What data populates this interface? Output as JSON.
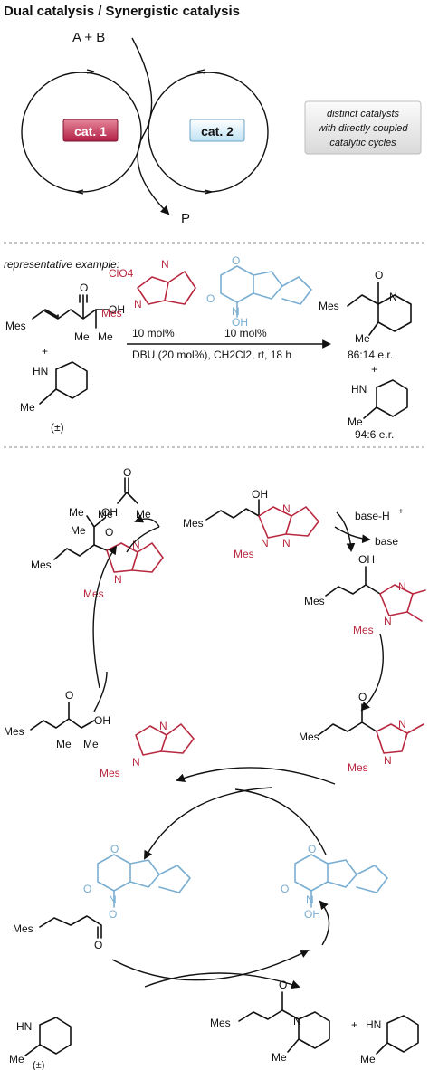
{
  "title": "Dual catalysis / Synergistic catalysis",
  "cycle": {
    "reactants": "A + B",
    "product": "P",
    "catalyst1": "cat. 1",
    "catalyst2": "cat. 2",
    "note_lines": [
      "distinct catalysts",
      "with directly coupled",
      "catalytic cycles"
    ]
  },
  "example": {
    "heading": "representative example:",
    "mes": "Mes",
    "oh": "OH",
    "me": "Me",
    "plus": "+",
    "racemic": "(±)",
    "clo4": "ClO4",
    "loading1": "10 mol%",
    "loading2": "10 mol%",
    "conditions": "DBU (20 mol%), CH2Cl2, rt, 18 h",
    "er1": "86:14 e.r.",
    "er2": "94:6 e.r.",
    "hn": "HN",
    "n": "N",
    "o": "O"
  },
  "mechanism": {
    "mes": "Mes",
    "me": "Me",
    "oh": "OH",
    "o": "O",
    "n": "N",
    "base_h": "base-H",
    "base": "base",
    "plus": "+",
    "racemic": "(±)",
    "hn": "HN"
  }
}
